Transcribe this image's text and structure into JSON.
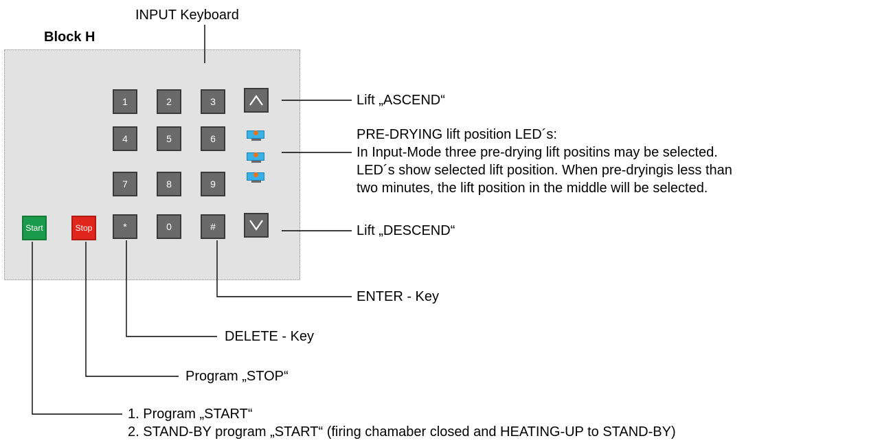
{
  "block_title": "Block H",
  "panel_title": "INPUT Keyboard",
  "keys": {
    "k1": "1",
    "k2": "2",
    "k3": "3",
    "k4": "4",
    "k5": "5",
    "k6": "6",
    "k7": "7",
    "k8": "8",
    "k9": "9",
    "star": "*",
    "k0": "0",
    "hash": "#",
    "start": "Start",
    "stop": "Stop"
  },
  "labels": {
    "ascend": "Lift „ASCEND“",
    "predrying_1": "PRE-DRYING lift position LED´s:",
    "predrying_2": "In Input-Mode three pre-drying lift positins may be selected.",
    "predrying_3": "LED´s show selected lift position. When pre-dryingis less than",
    "predrying_4": "two minutes, the lift position in the middle will be selected.",
    "descend": "Lift „DESCEND“",
    "enter": "ENTER - Key",
    "delete": "DELETE - Key",
    "stop": "Program „STOP“",
    "start_1": "1. Program „START“",
    "start_2": "2. STAND-BY program „START“ (firing chamaber closed and HEATING-UP to STAND-BY)"
  },
  "colors": {
    "panel": "#e2e2e2",
    "key": "#6a6a6a",
    "start_key": "#1a9a4a",
    "stop_key": "#e0251c",
    "led": "#39b1e6",
    "led_dot": "#e8741c"
  }
}
